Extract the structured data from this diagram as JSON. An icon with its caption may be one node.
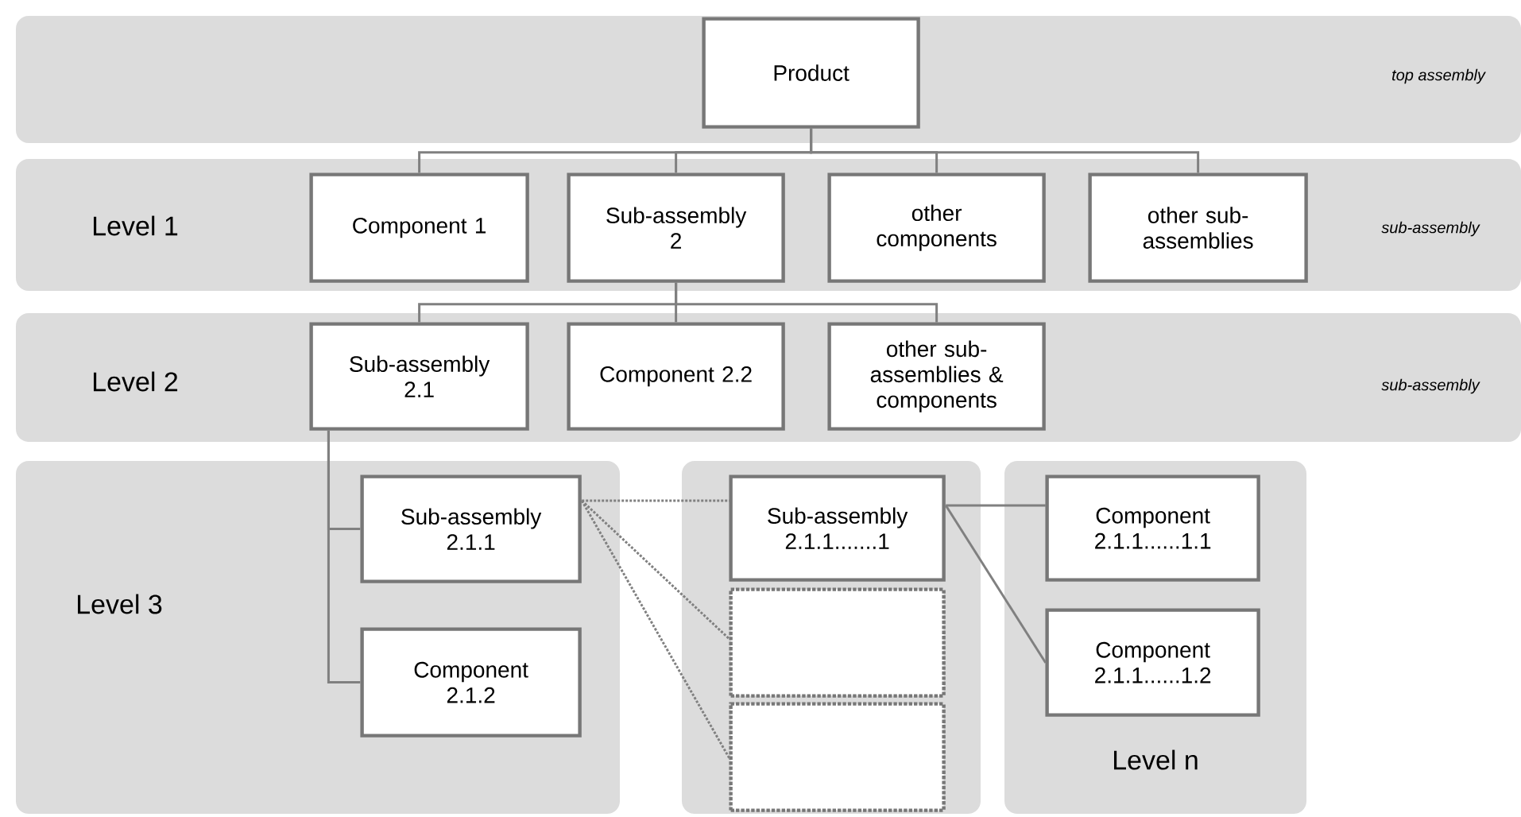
{
  "diagram": {
    "nodes": [
      {
        "text": [
          "top assembly"
        ]
      },
      {
        "text": [
          "Product"
        ],
        "in": 0
      },
      {
        "text": [
          "Level 1",
          "sub-assembly"
        ]
      },
      {
        "text": [
          "Component 1"
        ],
        "in": 2
      },
      {
        "text": [
          "Sub-assembly 2"
        ],
        "in": 2
      },
      {
        "text": [
          "other components"
        ],
        "in": 2
      },
      {
        "text": [
          "other sub-assemblies"
        ],
        "in": 2
      },
      {
        "text": [
          "Level 2",
          "sub-assembly"
        ]
      },
      {
        "text": [
          "Sub-assembly 2.1"
        ],
        "in": 7
      },
      {
        "text": [
          "Component 2.2"
        ],
        "in": 7
      },
      {
        "text": [
          "other sub-assemblies & components"
        ],
        "in": 7
      },
      {
        "text": [
          "Level 3"
        ]
      },
      {
        "text": [
          "Sub-assembly 2.1.1"
        ],
        "in": 11
      },
      {
        "text": [
          "Component 2.1.2"
        ],
        "in": 11
      },
      {
        "text": [],
        "shape": "box"
      },
      {
        "text": [
          "Sub-assembly 2.1.1.......1"
        ],
        "in": 14
      },
      {
        "text": [],
        "shape": "box",
        "in": 14
      },
      {
        "text": [],
        "shape": "box",
        "in": 14
      },
      {
        "text": [
          "Level n"
        ]
      },
      {
        "text": [
          "Component 2.1.1......1.1"
        ],
        "in": 18
      },
      {
        "text": [
          "Component 2.1.1......1.2"
        ],
        "in": 18
      }
    ],
    "edges": [
      {
        "from": 1,
        "to": 3,
        "arrow": "none"
      },
      {
        "from": 1,
        "to": 4,
        "arrow": "none"
      },
      {
        "from": 1,
        "to": 5,
        "arrow": "none"
      },
      {
        "from": 1,
        "to": 6,
        "arrow": "none"
      },
      {
        "from": 4,
        "to": 8,
        "arrow": "none"
      },
      {
        "from": 4,
        "to": 9,
        "arrow": "none"
      },
      {
        "from": 4,
        "to": 10,
        "arrow": "none"
      },
      {
        "from": 8,
        "to": 12,
        "arrow": "none"
      },
      {
        "from": 8,
        "to": 13,
        "arrow": "none"
      },
      {
        "from": 12,
        "to": 15,
        "arrow": "none",
        "style": "dashed"
      },
      {
        "from": 12,
        "to": 16,
        "arrow": "none",
        "style": "dashed"
      },
      {
        "from": 12,
        "to": 17,
        "arrow": "none",
        "style": "dashed"
      },
      {
        "from": 15,
        "to": 19,
        "arrow": "none"
      },
      {
        "from": 15,
        "to": 20,
        "arrow": "none"
      }
    ]
  }
}
